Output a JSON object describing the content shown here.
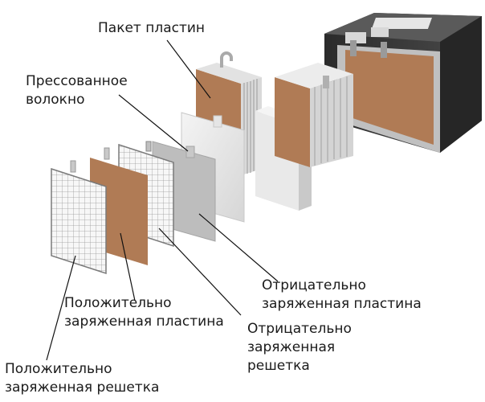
{
  "labels": {
    "pack": [
      "Пакет пластин"
    ],
    "fiber": [
      "Прессованное",
      "волокно"
    ],
    "negative_plate": [
      "Отрицательно",
      "заряженная пластина"
    ],
    "negative_grid": [
      "Отрицательно",
      "заряженная",
      "решетка"
    ],
    "positive_plate": [
      "Положительно",
      "заряженная пластина"
    ],
    "positive_grid": [
      "Положительно",
      "заряженная решетка"
    ]
  },
  "colors": {
    "copper_plate": "#b07b55",
    "gray_sheet": "#bdbdbd",
    "white_sheet": "#ececec",
    "battery_body": "#3a3a3a",
    "grid_line": "#8a8a8a",
    "leader_line": "#111111",
    "text": "#1a1a1a"
  }
}
